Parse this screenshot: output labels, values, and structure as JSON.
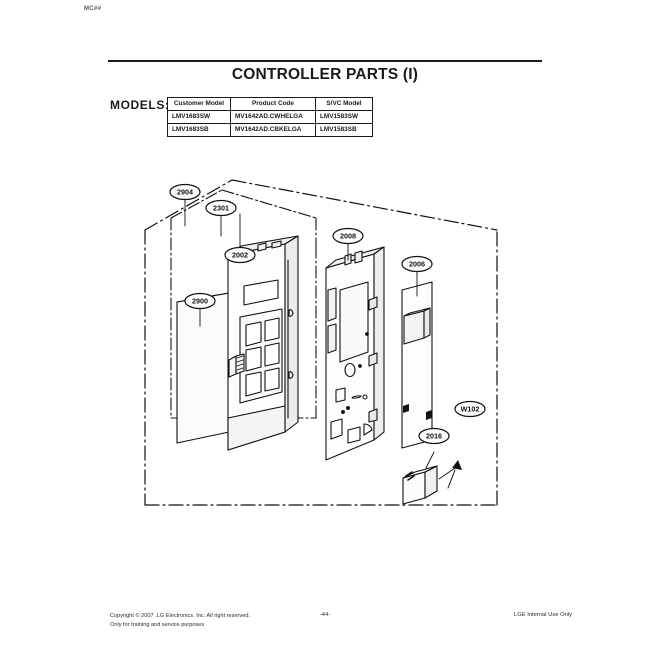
{
  "header": {
    "code": "MC##"
  },
  "title": "CONTROLLER PARTS (I)",
  "models": {
    "label": "MODELS:",
    "columns": [
      "Customer Model",
      "Product Code",
      "S/VC Model"
    ],
    "rows": [
      [
        "LMV1683SW",
        "MV1642AD.CWHELGA",
        "LMV1583SW"
      ],
      [
        "LMV1683SB",
        "MV1642AD.CBKELGA",
        "LMV1583SB"
      ]
    ]
  },
  "diagram": {
    "callouts": [
      {
        "id": "2904",
        "label": "2904"
      },
      {
        "id": "2301",
        "label": "2301"
      },
      {
        "id": "2002",
        "label": "2002"
      },
      {
        "id": "2900",
        "label": "2900"
      },
      {
        "id": "2008",
        "label": "2008"
      },
      {
        "id": "2006",
        "label": "2006"
      },
      {
        "id": "2016",
        "label": "2016"
      },
      {
        "id": "W102",
        "label": "W102"
      }
    ]
  },
  "footer": {
    "copyright_line1": "Copyright © 2007 .LG Electronics. Inc. All right reserved.",
    "copyright_line2": "Only for training and service purposes",
    "page_number": "-44-",
    "internal_use": "LGE Internal Use Only"
  }
}
